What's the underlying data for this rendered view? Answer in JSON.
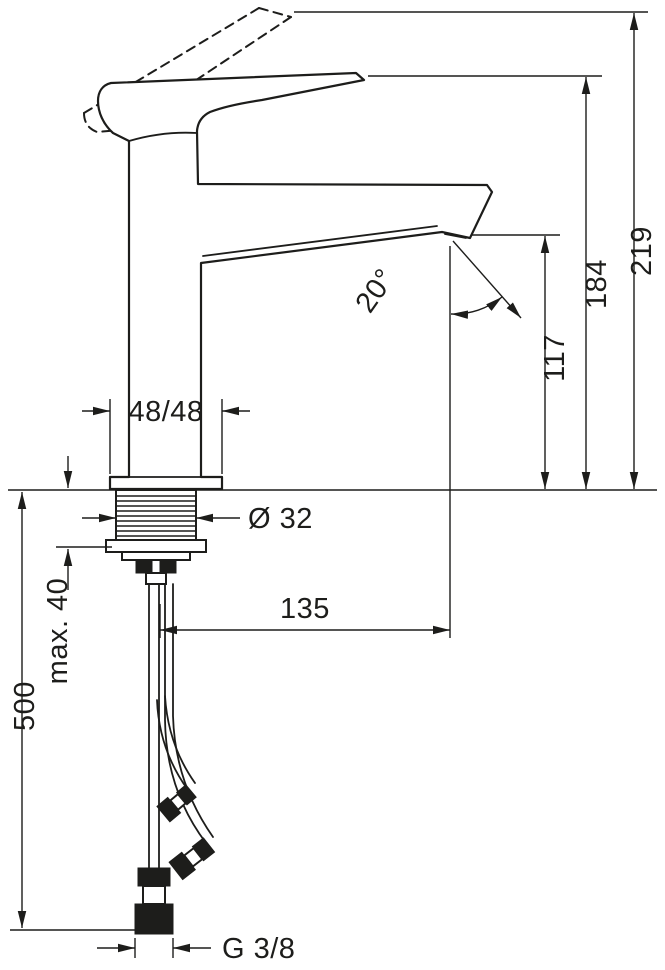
{
  "drawing": {
    "description": "Technical dimension drawing, side elevation of a single-lever basin mixer tap with raised-lever dashed position, mounting shank, fastening hardware and flexible supply hoses below the deck line",
    "ink_color": "#1d1d1b",
    "background_color": "#ffffff",
    "dimensions": {
      "overall_height": "219",
      "height_to_lever_top": "184",
      "height_to_spout_outlet": "117",
      "spout_angle": "20°",
      "base_dimensions": "48/48",
      "tap_hole_diameter": "Ø 32",
      "spout_reach": "135",
      "max_deck_thickness": "max. 40",
      "hose_length": "500",
      "supply_connection": "G 3/8"
    }
  }
}
